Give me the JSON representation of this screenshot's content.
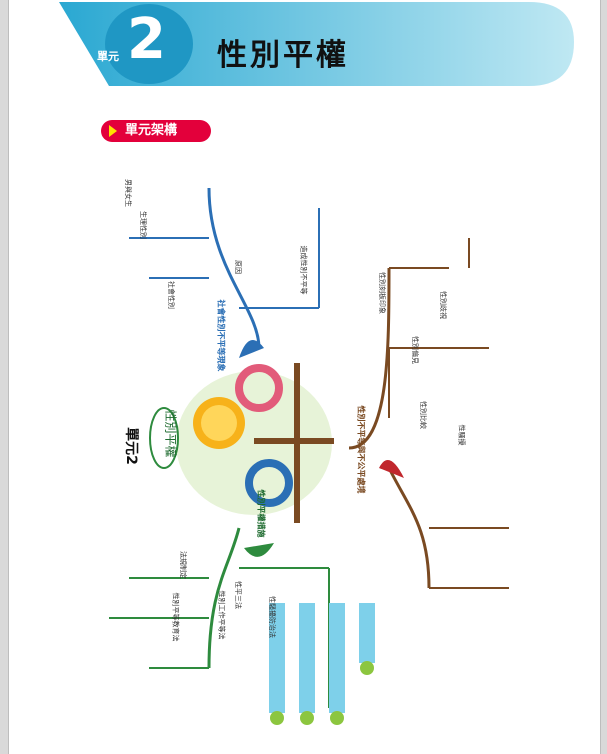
{
  "header": {
    "unit_word": "單元",
    "unit_number": "2",
    "title": "性別平權"
  },
  "section_badge": {
    "label": "單元架構"
  },
  "mindmap": {
    "center_title": "單元2",
    "center_subtitle": "性別平權",
    "branches": [
      {
        "label": "社會性別不平等現象",
        "items": [
          "生理性別",
          "社會性別",
          "原因",
          "造成性別不平等",
          "男與女生"
        ]
      },
      {
        "label": "性別不平等與不公平處境",
        "items": [
          "性別刻板印象",
          "性別偏見",
          "性別歧視",
          "性別比較",
          "性騷擾"
        ]
      },
      {
        "label": "性別平權措施",
        "items": [
          "法規制定",
          "性平三法",
          "性別工作平等法",
          "性別平等教育法",
          "性騷擾防治法"
        ]
      }
    ]
  },
  "colors": {
    "banner": "#5cc6e0",
    "badge": "#e3003b",
    "map_green": "#2e8b3e",
    "map_blue": "#2b6fb5",
    "map_brown": "#7a4a22"
  }
}
